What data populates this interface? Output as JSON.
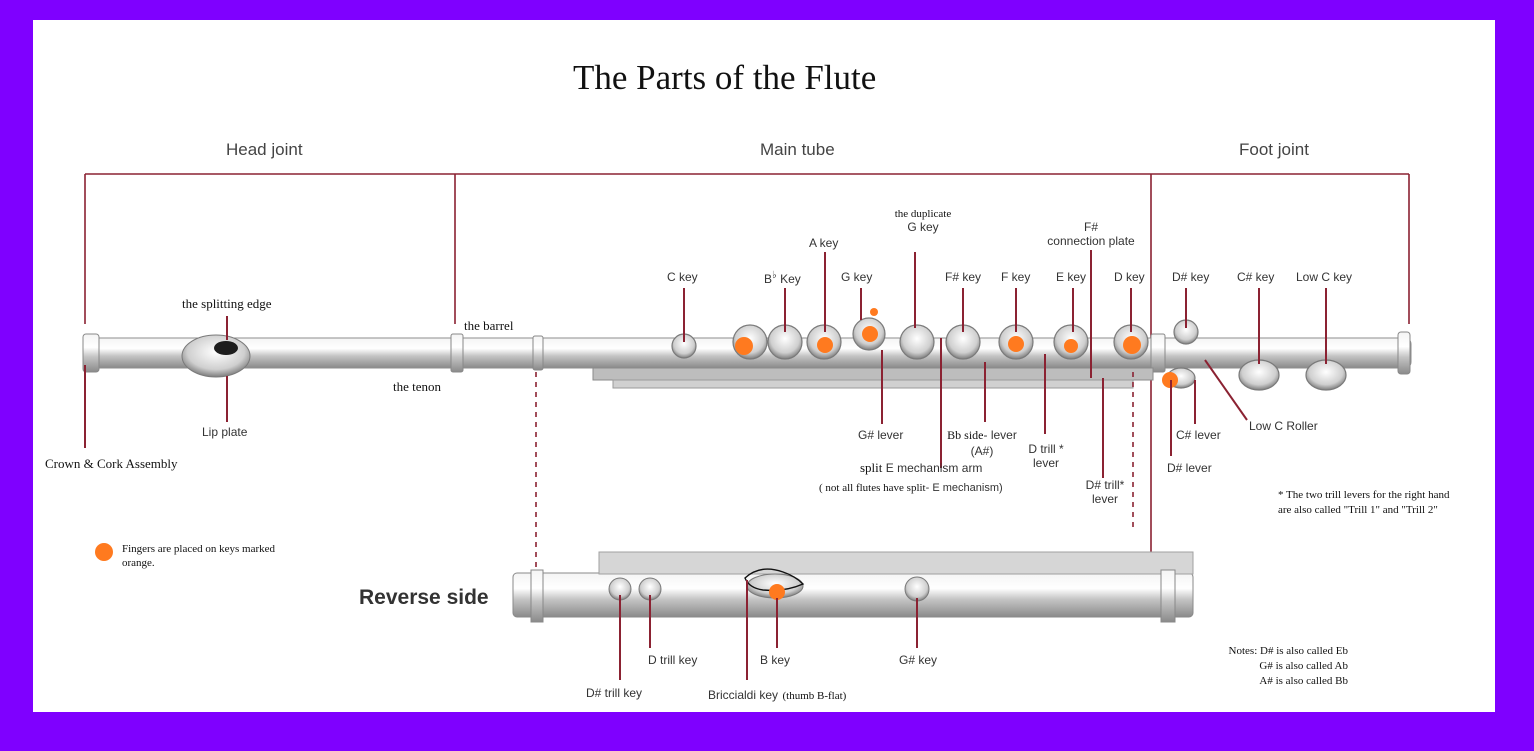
{
  "title": "The Parts of the Flute",
  "sections": {
    "head_joint": "Head joint",
    "main_tube": "Main tube",
    "foot_joint": "Foot joint"
  },
  "labels": {
    "splitting_edge": "the splitting edge",
    "the_barrel": "the barrel",
    "the_tenon": "the tenon",
    "lip_plate": "Lip plate",
    "crown_cork": "Crown & Cork Assembly",
    "c_key": "C key",
    "bb_key_prefix": "B",
    "bb_key_flat": "♭",
    "bb_key_suffix": " Key",
    "a_key": "A key",
    "g_key": "G key",
    "duplicate_line1": "the duplicate",
    "duplicate_line2": "G  key",
    "fsharp_key": "F# key",
    "f_key": "F key",
    "e_key": "E key",
    "d_key": "D key",
    "fsharp_plate_line1": "F#",
    "fsharp_plate_line2": "connection plate",
    "dsharp_key": "D# key",
    "csharp_key": "C# key",
    "low_c_key": "Low C key",
    "gsharp_lever": "G# lever",
    "bb_side_lever_part1": "Bb side",
    "bb_side_lever_part2": "- lever",
    "bb_side_lever_line2": "(A#)",
    "d_trill_lever_line1": "D trill *",
    "d_trill_lever_line2": "lever",
    "split_prefix": "split",
    "split_e_arm": " E mechanism arm",
    "split_note_part1": "( not all flutes have split",
    "split_note_part2": "- E mechanism)",
    "dsharp_trill_lever_line1": "D# trill*",
    "dsharp_trill_lever_line2": "lever",
    "csharp_lever": "C# lever",
    "dsharp_lever": "D# lever",
    "low_c_part1": "Low C",
    "low_c_part2": " Roller",
    "trill_note_line1": "* The two trill levers for the right hand",
    "trill_note_line2": "are also called \"Trill 1\" and \"Trill 2\"",
    "legend_text_line1": "Fingers are placed on keys marked",
    "legend_text_line2": "orange.",
    "reverse_side": "Reverse side",
    "dsharp_trill_key": "D# trill key",
    "d_trill_key": "D trill key",
    "b_key": "B key",
    "gsharp_key": "G# key",
    "briccialdi_key": "Briccialdi key",
    "thumb_bflat": "(thumb B-flat)",
    "notes_line1": "Notes:  D# is also called Eb",
    "notes_line2": "G# is also called Ab",
    "notes_line3": "A# is also called Bb"
  },
  "colors": {
    "frame": "#7f00ff",
    "leader_line": "#8b2232",
    "finger_marker": "#ff7a1f",
    "metal": "#c9c9c9"
  }
}
